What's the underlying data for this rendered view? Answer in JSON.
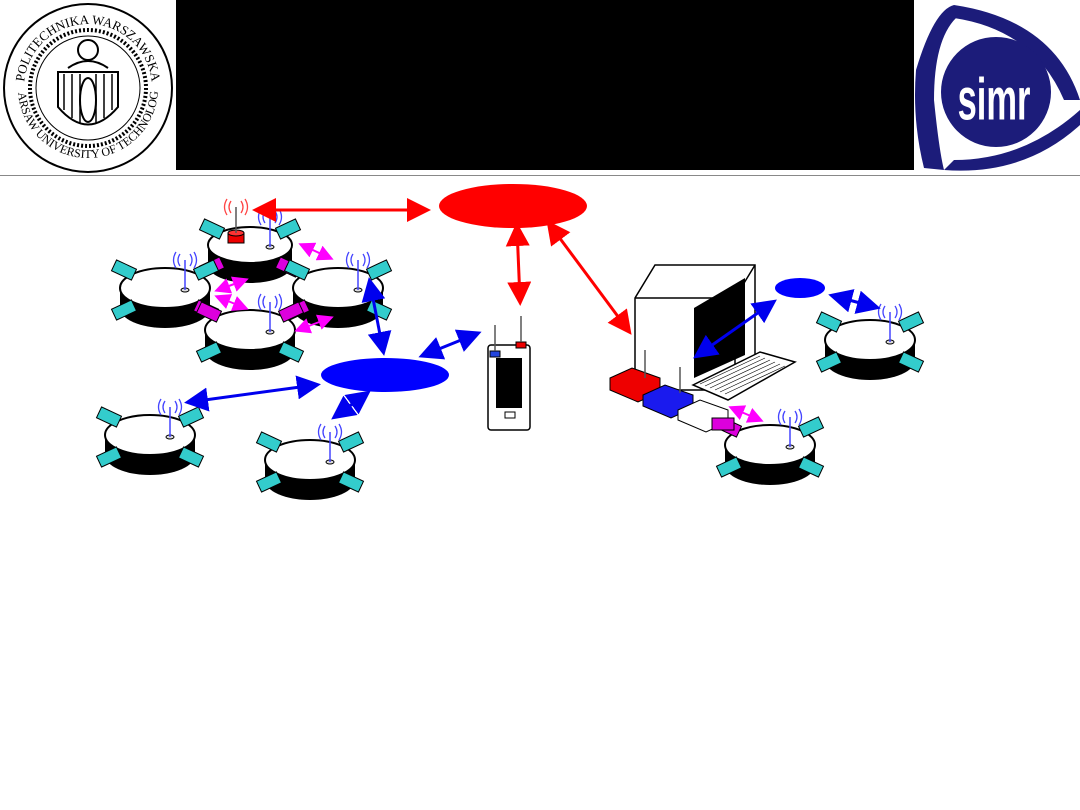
{
  "header": {
    "left_logo": {
      "text_top": "POLITECHNIKA WARSZAWSKA",
      "text_bottom": "WARSAW UNIVERSITY OF TECHNOLOGY"
    },
    "right_logo": {
      "text": "simr",
      "color": "#1c1c7a"
    }
  },
  "colors": {
    "red_link": "#ff0000",
    "blue_link": "#0000ee",
    "magenta_link": "#ff00ff",
    "connector": "#33cccc",
    "connector_magenta": "#dd00dd"
  },
  "diagram": {
    "networks": [
      {
        "id": "red-network",
        "color": "#ff0000"
      },
      {
        "id": "blue-network",
        "color": "#0000ff"
      },
      {
        "id": "pc-blue-network",
        "color": "#0000ff"
      }
    ],
    "robots": [
      {
        "id": "robot-top",
        "red_module": true
      },
      {
        "id": "robot-left"
      },
      {
        "id": "robot-right"
      },
      {
        "id": "robot-bottom"
      },
      {
        "id": "robot-lower-left"
      },
      {
        "id": "robot-lower-middle"
      },
      {
        "id": "robot-pc-right"
      },
      {
        "id": "robot-pc-bottom"
      }
    ],
    "devices": [
      "pda",
      "computer",
      "red-radio-module",
      "blue-radio-module",
      "white-module"
    ]
  }
}
